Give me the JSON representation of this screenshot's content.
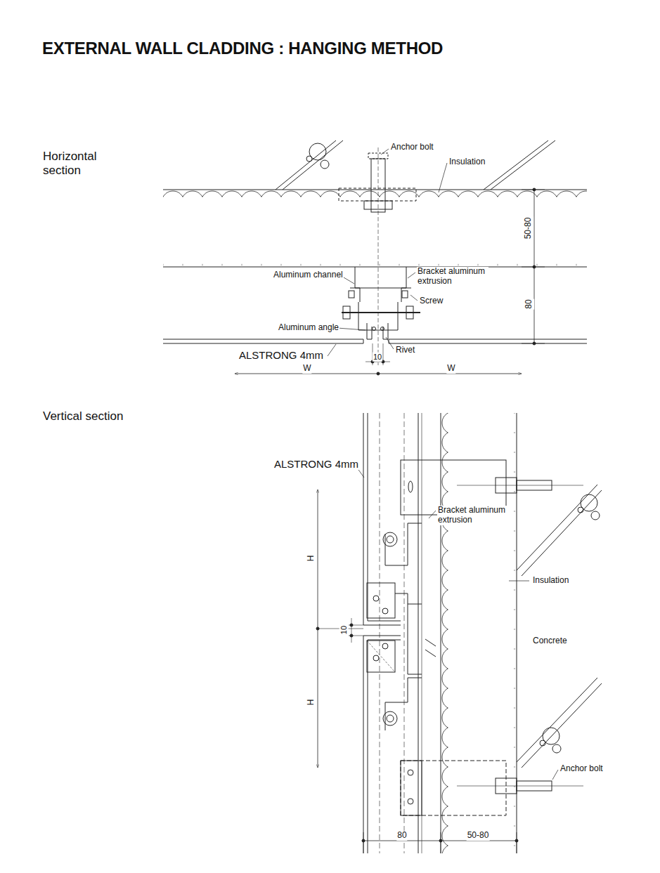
{
  "diagram": {
    "title": "EXTERNAL WALL CLADDING : HANGING METHOD",
    "labels": [
      "Horizontal section",
      "Vertical section",
      "Anchor bolt",
      "Insulation",
      "50-80",
      "Aluminum channel",
      "Bracket aluminum extrusion",
      "Screw",
      "80",
      "Aluminum angle",
      "ALSTRONG 4mm",
      "Rivet",
      "10",
      "W",
      "W",
      "ALSTRONG 4mm",
      "Bracket aluminum extrusion",
      "H",
      "10",
      "Insulation",
      "Concrete",
      "H",
      "Anchor bolt",
      "80",
      "50-80"
    ]
  }
}
